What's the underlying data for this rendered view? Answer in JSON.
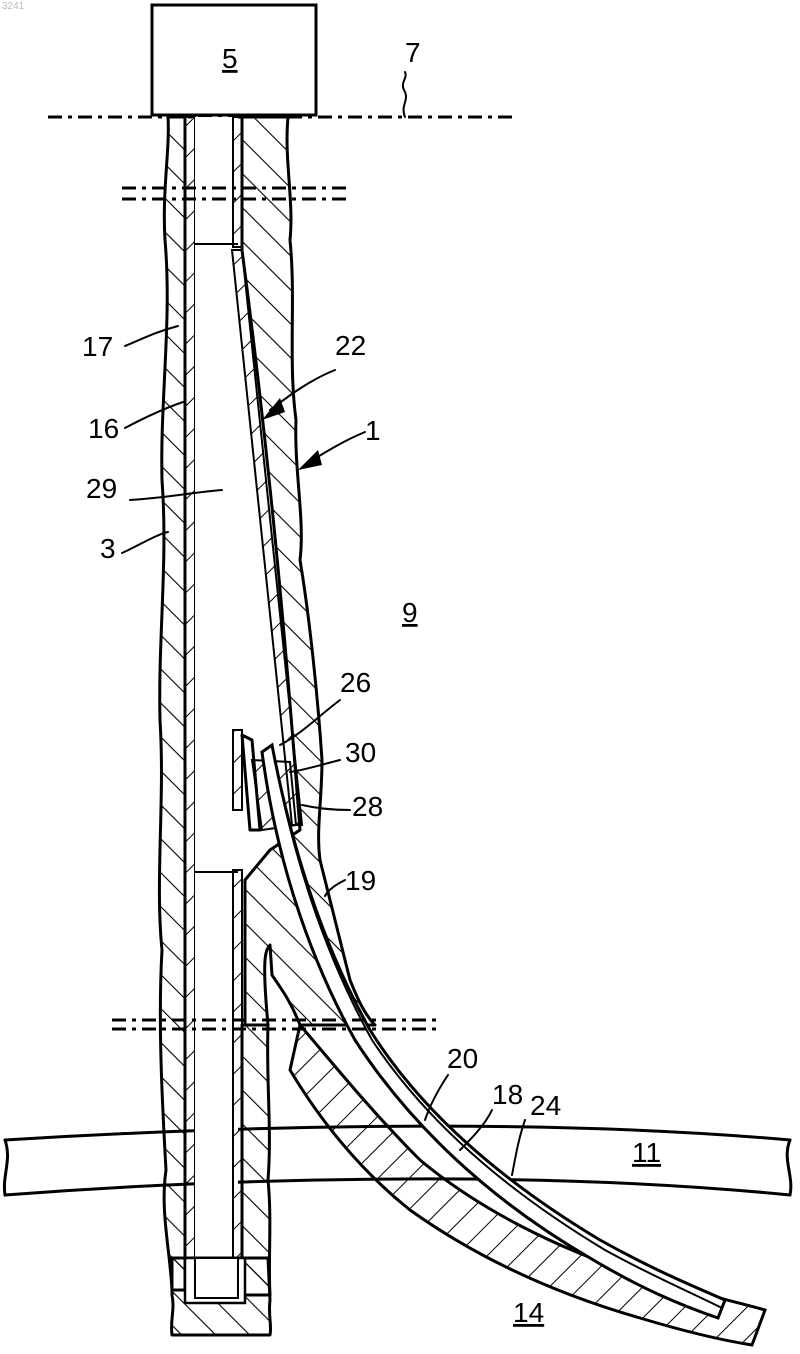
{
  "corner_text": "3241",
  "labels": {
    "l5": "5",
    "l7": "7",
    "l17": "17",
    "l22": "22",
    "l16": "16",
    "l1": "1",
    "l29": "29",
    "l3": "3",
    "l9": "9",
    "l26": "26",
    "l30": "30",
    "l28": "28",
    "l19": "19",
    "l20": "20",
    "l18": "18",
    "l24": "24",
    "l11": "11",
    "l14": "14"
  }
}
